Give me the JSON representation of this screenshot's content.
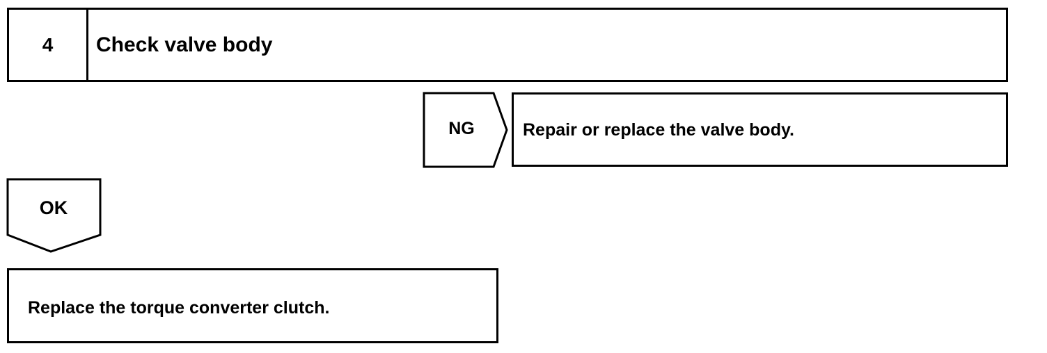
{
  "step": {
    "number": "4",
    "title": "Check valve body"
  },
  "ng_branch": {
    "label": "NG",
    "action": "Repair or replace the valve body."
  },
  "ok_branch": {
    "label": "OK",
    "action": "Replace the torque converter clutch."
  },
  "colors": {
    "line": "#000000",
    "background": "#ffffff"
  }
}
